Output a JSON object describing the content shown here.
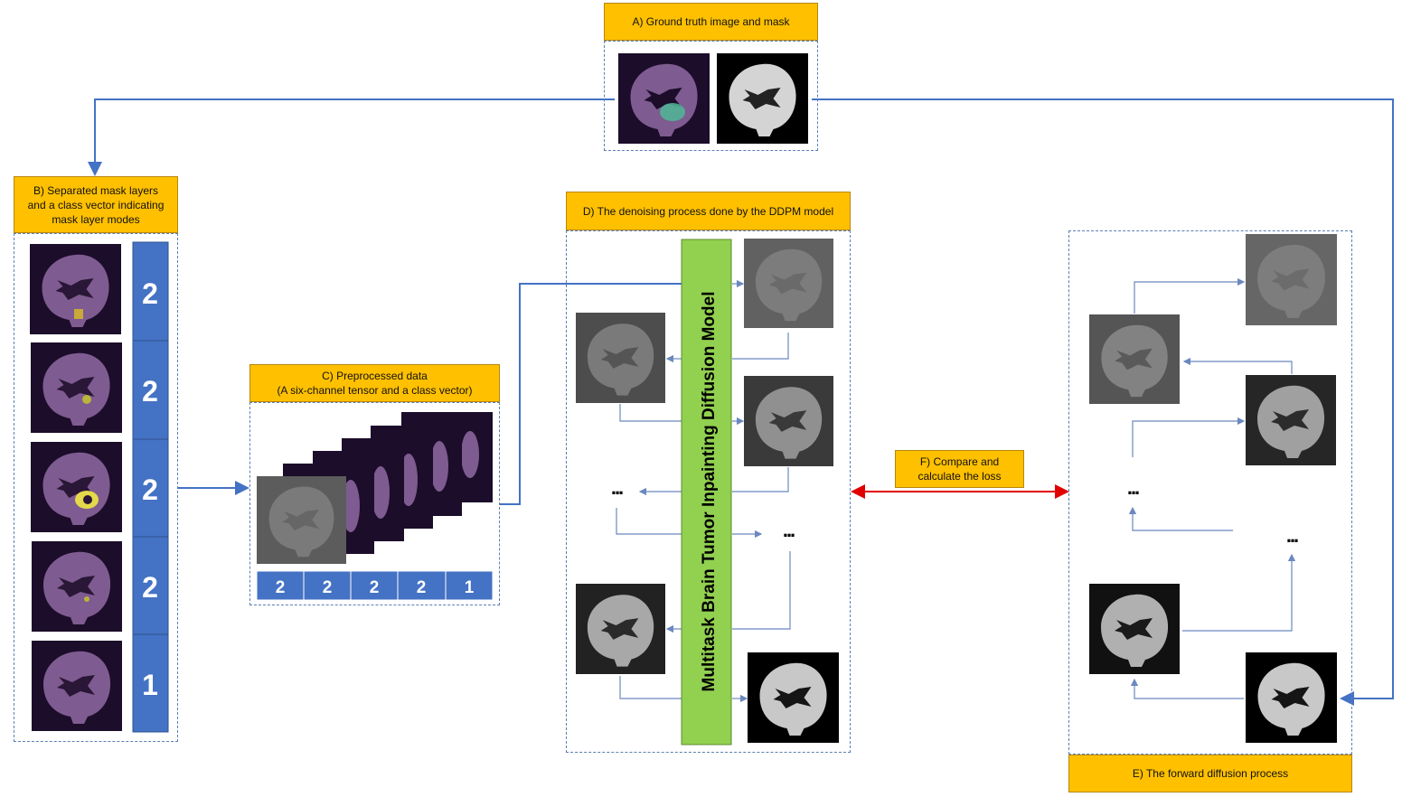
{
  "panel_a": {
    "title": "A) Ground truth image and mask"
  },
  "panel_b": {
    "title_line1": "B) Separated mask layers",
    "title_line2": "and a class vector indicating",
    "title_line3": "mask layer modes",
    "class_vector": [
      "2",
      "2",
      "2",
      "2",
      "1"
    ]
  },
  "panel_c": {
    "title_line1": "C) Preprocessed data",
    "title_line2": "(A six-channel tensor and a class vector)",
    "class_vector": [
      "2",
      "2",
      "2",
      "2",
      "1"
    ]
  },
  "panel_d": {
    "title": "D) The denoising process done by the DDPM model",
    "model_label": "Multitask Brain Tumor Inpainting Diffusion Model",
    "ellipsis": "..."
  },
  "panel_e": {
    "title": "E) The forward diffusion process",
    "ellipsis": "..."
  },
  "panel_f": {
    "title_line1": "F) Compare and",
    "title_line2": "calculate the loss"
  },
  "colors": {
    "label_bg": "#ffc000",
    "class_vector_blue": "#4472c4",
    "model_green": "#92d050",
    "arrow_blue": "#4472c4",
    "loss_arrow_red": "#e00000",
    "mri_dark_purple": "#1c0d2a"
  }
}
